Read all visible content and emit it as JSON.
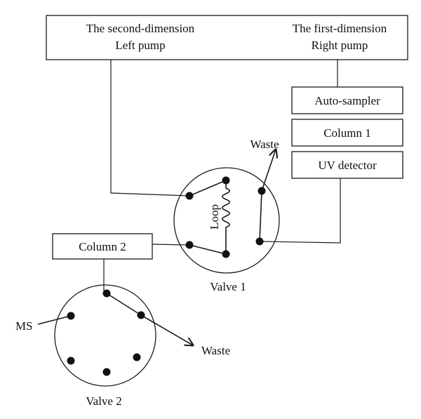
{
  "pump_box": {
    "second_dimension": "The second-dimension",
    "left_pump": "Left pump",
    "first_dimension": "The first-dimension",
    "right_pump": "Right pump"
  },
  "boxes": {
    "auto_sampler": "Auto-sampler",
    "column_1": "Column 1",
    "uv_detector": "UV detector",
    "column_2": "Column 2"
  },
  "valve1": {
    "label": "Valve 1",
    "loop_label": "Loop",
    "waste_label": "Waste"
  },
  "valve2": {
    "label": "Valve 2",
    "ms_label": "MS",
    "waste_label": "Waste"
  },
  "colors": {
    "line": "#1a1a1a",
    "background": "#ffffff"
  }
}
